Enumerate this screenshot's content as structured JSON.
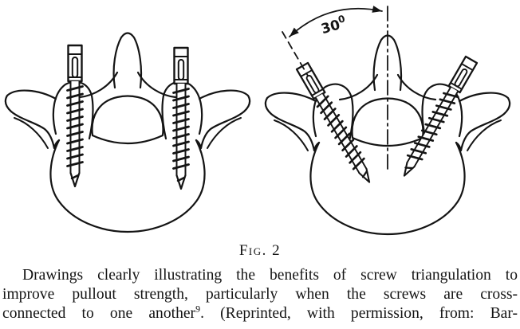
{
  "page": {
    "background": "#ffffff",
    "ink": "#141414"
  },
  "figure": {
    "label": "Fig. 2",
    "angle": {
      "value": "30",
      "superscript": "0"
    },
    "panels": {
      "left": "vertebra-with-parallel-pedicle-screws",
      "right": "vertebra-with-triangulated-pedicle-screws"
    }
  },
  "caption": {
    "line1": "Drawings clearly illustrating the benefits of screw triangulation to",
    "line2": "improve pullout strength, particularly when the screws are cross-",
    "line3": {
      "before_sup": "connected to one another",
      "sup": "9",
      "after_sup": ". (Reprinted, with permission, from: Bar-"
    }
  }
}
